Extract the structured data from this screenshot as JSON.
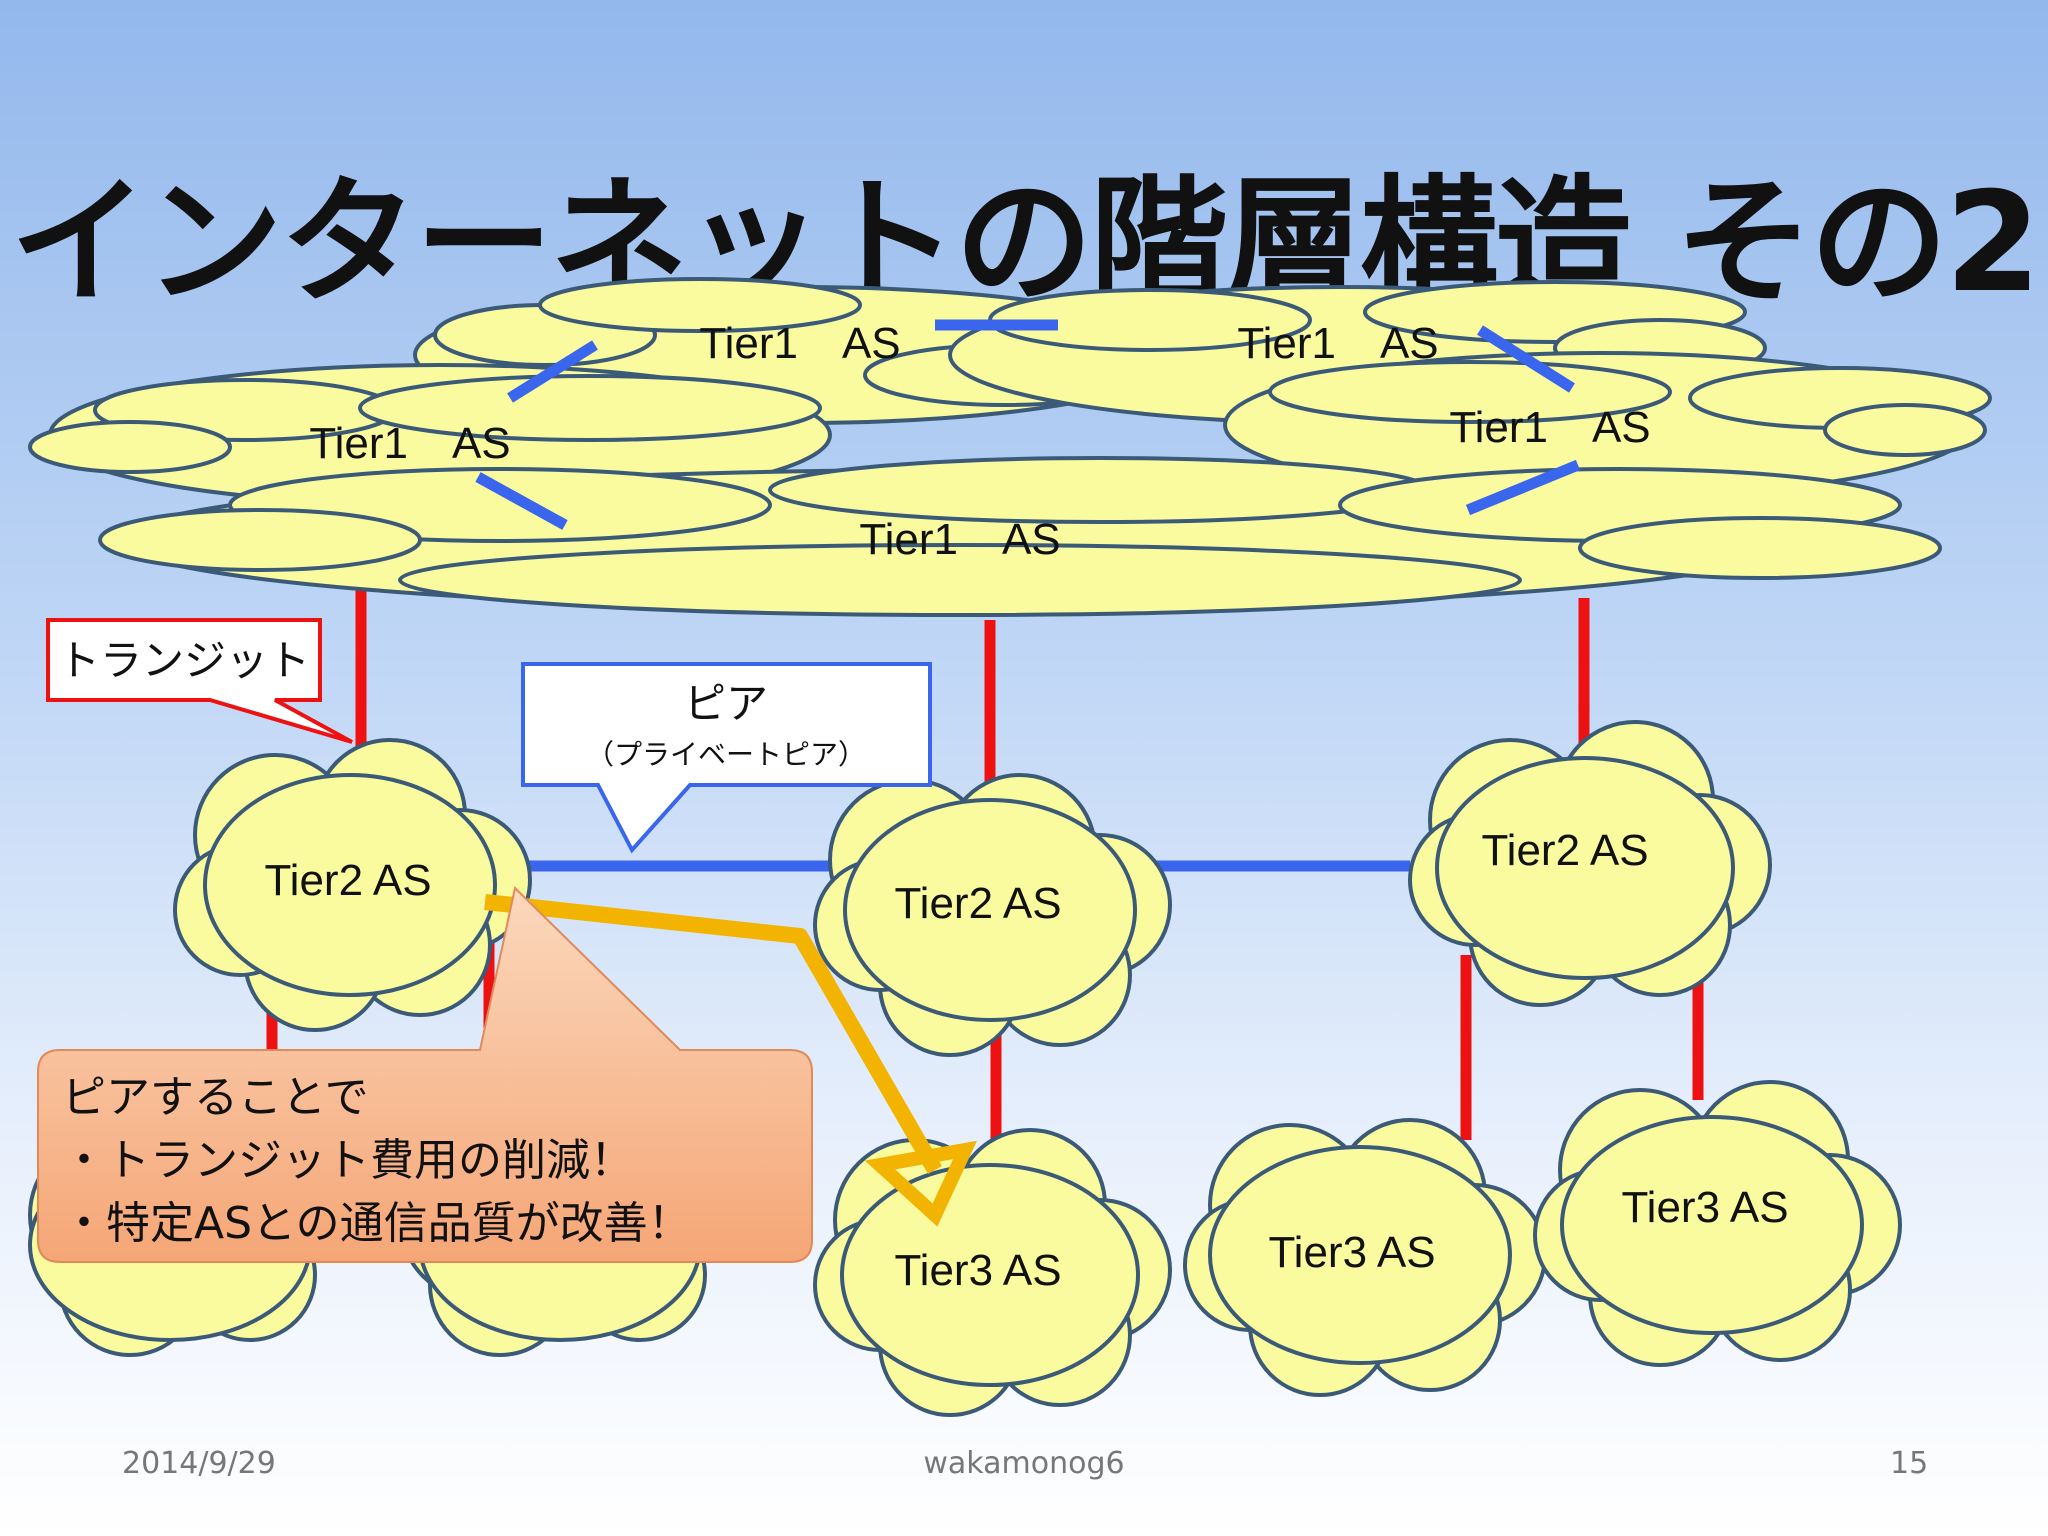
{
  "slide": {
    "title": "インターネットの階層構造 その2",
    "footer_date": "2014/9/29",
    "footer_author": "wakamonog6",
    "page_number": "15"
  },
  "clouds": {
    "tier1_top_left": "Tier1　AS",
    "tier1_top_right": "Tier1　AS",
    "tier1_mid_left": "Tier1　AS",
    "tier1_mid_right": "Tier1　AS",
    "tier1_center": "Tier1　AS",
    "tier2_left": "Tier2 AS",
    "tier2_center": "Tier2 AS",
    "tier2_right": "Tier2 AS",
    "tier3_center": "Tier3 AS",
    "tier3_right_a": "Tier3 AS",
    "tier3_right_b": "Tier3 AS"
  },
  "callouts": {
    "transit": "トランジット",
    "peer_title": "ピア",
    "peer_sub": "（プライベートピア）",
    "benefit_line1": "ピアすることで",
    "benefit_line2": "・トランジット費用の削減！",
    "benefit_line3": "・特定ASとの通信品質が改善！"
  },
  "colors": {
    "cloud_fill": "#fafa9e",
    "cloud_stroke": "#3b5a78",
    "transit_line": "#ee1111",
    "peer_line": "#3a66ee",
    "traffic_arrow": "#f2b400",
    "callout_fill": "#f8c09a"
  }
}
